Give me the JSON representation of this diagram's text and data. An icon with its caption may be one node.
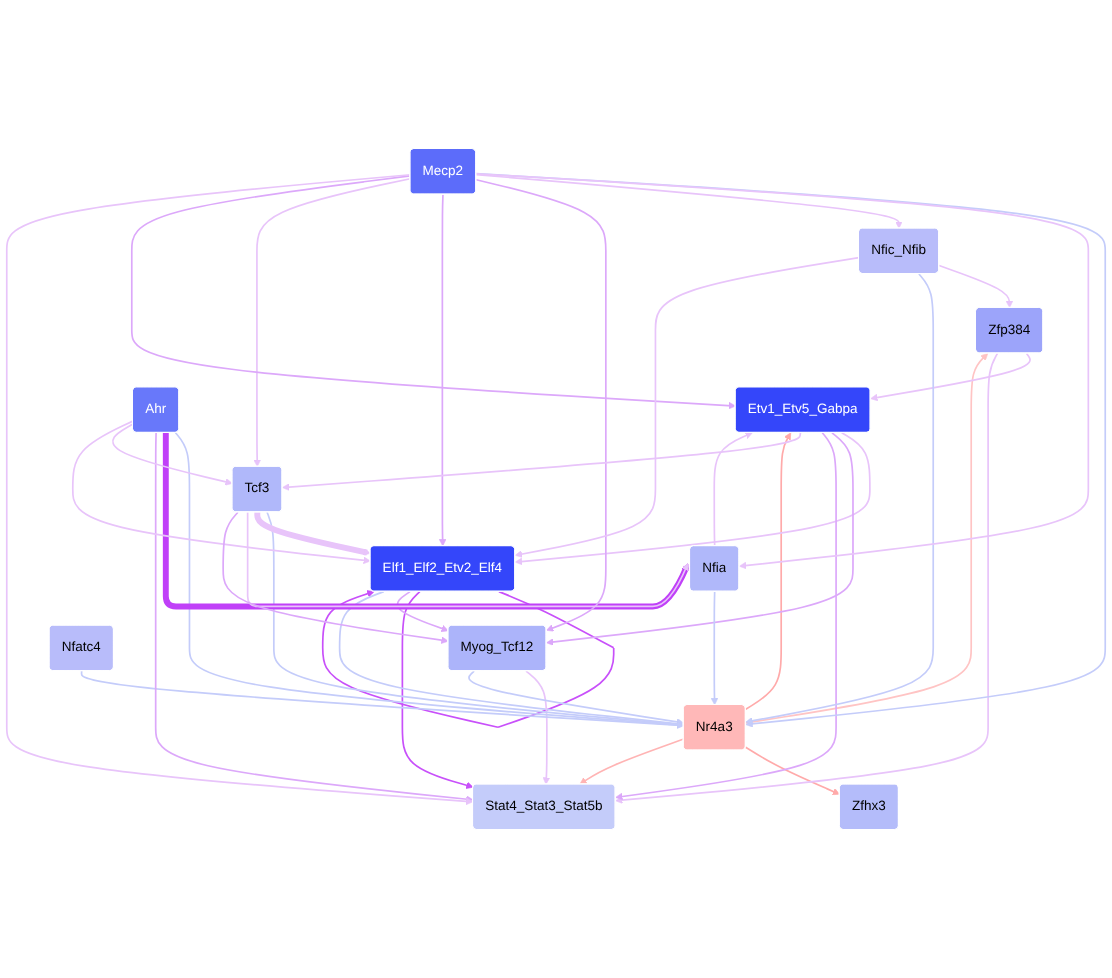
{
  "diagram": {
    "nodes": [
      {
        "text": [
          "Zfhx3"
        ]
      },
      {
        "text": [
          "Zfp384"
        ]
      },
      {
        "text": [
          "Elf1_Elf2_Etv2_Elf4"
        ]
      },
      {
        "text": [
          "Etv1_Etv5_Gabpa"
        ]
      },
      {
        "text": [
          "Myog_Tcf12"
        ]
      },
      {
        "text": [
          "Stat4_Stat3_Stat5b"
        ]
      },
      {
        "text": [
          "Nr4a3"
        ]
      },
      {
        "text": [
          "Tcf3"
        ]
      },
      {
        "text": [
          "Nfatc4"
        ]
      },
      {
        "text": [
          "Nfia"
        ]
      },
      {
        "text": [
          "Ahr"
        ]
      },
      {
        "text": [
          "Mecp2"
        ]
      },
      {
        "text": [
          "Nfic_Nfib"
        ]
      }
    ],
    "edges": [
      {
        "from": 6,
        "to": 0,
        "arrow": "to",
        "color": "#ffaaaa"
      },
      {
        "from": 6,
        "to": 1,
        "arrow": "to",
        "color": "#ffc4c4"
      },
      {
        "from": 6,
        "to": 3,
        "arrow": "to",
        "color": "#ffaaaa"
      },
      {
        "from": 6,
        "to": 5,
        "arrow": "to",
        "color": "#ffb4b4"
      },
      {
        "from": 1,
        "to": 3,
        "arrow": "to"
      },
      {
        "from": 1,
        "to": 5,
        "arrow": "to"
      },
      {
        "from": 12,
        "to": 1,
        "arrow": "to"
      },
      {
        "from": 2,
        "to": 2,
        "arrow": "to",
        "color": "#c850fa"
      },
      {
        "from": 3,
        "to": 2,
        "arrow": "to"
      },
      {
        "from": 2,
        "to": 5,
        "arrow": "to",
        "color": "#c850fa"
      },
      {
        "from": 3,
        "to": 4,
        "arrow": "to",
        "color": "#dca8fa"
      },
      {
        "from": 3,
        "to": 5,
        "arrow": "to",
        "color": "#dca8fa"
      },
      {
        "from": 2,
        "to": 4,
        "arrow": "to",
        "color": "#dca8fa"
      },
      {
        "from": 2,
        "to": 6,
        "arrow": "to",
        "color": "#c4ccfa"
      },
      {
        "from": 4,
        "to": 5,
        "arrow": "to"
      },
      {
        "from": 4,
        "to": 6,
        "arrow": "to",
        "color": "#c4ccfa"
      },
      {
        "from": 7,
        "to": 6,
        "arrow": "to",
        "color": "#c4ccfa"
      },
      {
        "from": 8,
        "to": 6,
        "arrow": "to",
        "color": "#c4ccfa"
      },
      {
        "from": 9,
        "to": 6,
        "arrow": "to",
        "color": "#c4ccfa"
      },
      {
        "from": 11,
        "to": 6,
        "arrow": "to",
        "color": "#c4ccfa"
      },
      {
        "from": 12,
        "to": 6,
        "arrow": "to",
        "color": "#c4ccfa"
      },
      {
        "from": 10,
        "to": 6,
        "arrow": "to",
        "color": "#c4ccfa"
      },
      {
        "from": 10,
        "to": 9,
        "arrow": "to",
        "style": "thick",
        "color": "#c040f8"
      },
      {
        "from": 10,
        "to": 5,
        "arrow": "to",
        "color": "#dca8fa"
      },
      {
        "from": 10,
        "to": 7,
        "arrow": "to"
      },
      {
        "from": 10,
        "to": 2,
        "arrow": "to"
      },
      {
        "from": 11,
        "to": 9,
        "arrow": "to"
      },
      {
        "from": 11,
        "to": 12,
        "arrow": "to"
      },
      {
        "from": 11,
        "to": 4,
        "arrow": "to",
        "color": "#dca8fa"
      },
      {
        "from": 11,
        "to": 2,
        "arrow": "to",
        "color": "#dca8fa"
      },
      {
        "from": 11,
        "to": 7,
        "arrow": "to"
      },
      {
        "from": 11,
        "to": 3,
        "arrow": "to",
        "color": "#dca8fa"
      },
      {
        "from": 11,
        "to": 5,
        "arrow": "to"
      },
      {
        "from": 7,
        "to": 2,
        "arrow": "to",
        "style": "thick"
      },
      {
        "from": 7,
        "to": 9,
        "arrow": "to"
      },
      {
        "from": 7,
        "to": 4,
        "arrow": "to",
        "color": "#dca8fa"
      },
      {
        "from": 3,
        "to": 7,
        "arrow": "to"
      },
      {
        "from": 9,
        "to": 3,
        "arrow": "to"
      },
      {
        "from": 12,
        "to": 2,
        "arrow": "to"
      }
    ]
  }
}
